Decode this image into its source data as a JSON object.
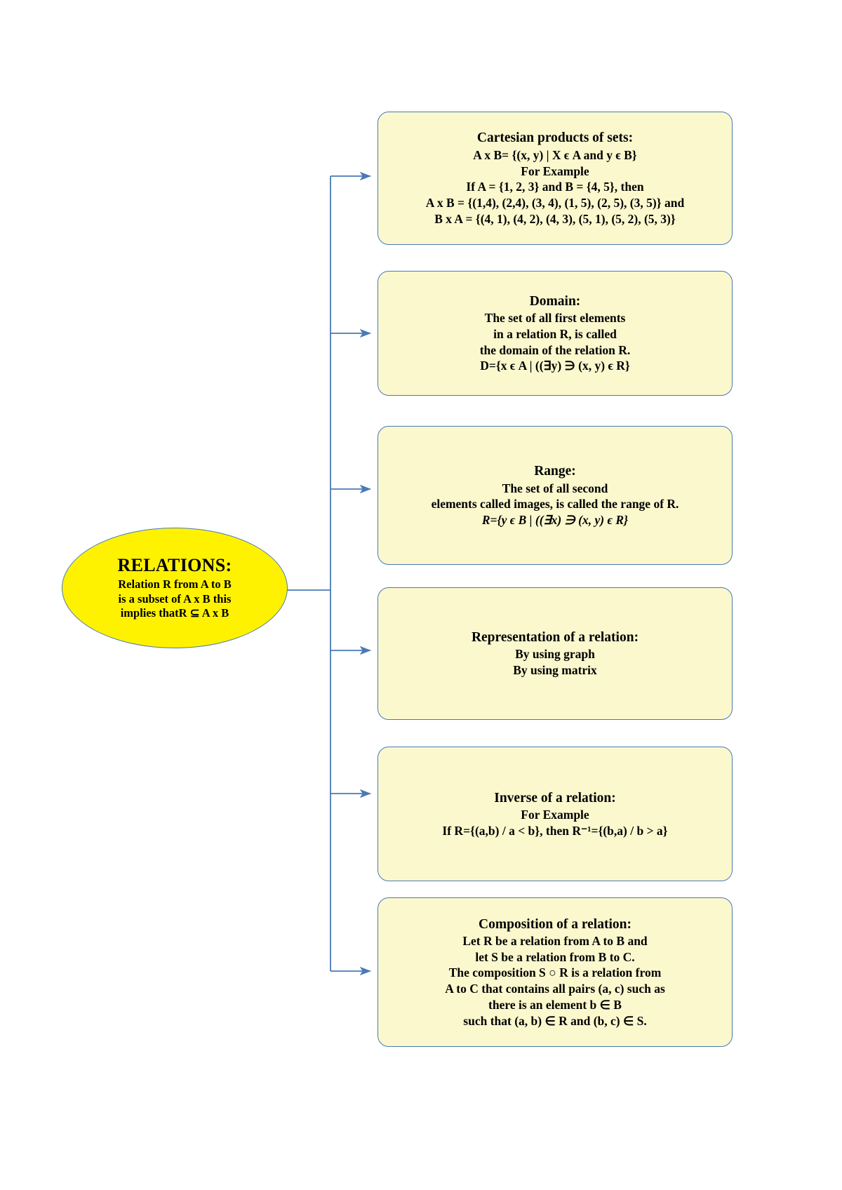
{
  "diagram": {
    "type": "mind-map",
    "title": "RELATIONS",
    "accent_colors": {
      "root_fill": "#FFF200",
      "node_fill": "#FBF8CE",
      "border": "#4A79B6",
      "connector": "#4A79B6",
      "text": "#000000",
      "background": "#FFFFFF"
    }
  },
  "root": {
    "title": "RELATIONS:",
    "lines": [
      "Relation R from A to B",
      "is a subset of A x B this",
      "implies thatR ⊆ A x B"
    ]
  },
  "nodes": [
    {
      "id": "cartesian",
      "title": "Cartesian products of sets:",
      "lines": [
        "A x B= {(x, y) | X ϵ A and y ϵ B}",
        "For Example",
        "If A = {1, 2, 3} and B = {4, 5}, then",
        "A x B = {(1,4), (2,4), (3, 4), (1, 5), (2, 5), (3, 5)} and",
        "B x A = {(4, 1), (4, 2), (4, 3), (5, 1), (5, 2), (5, 3)}"
      ]
    },
    {
      "id": "domain",
      "title": "Domain:",
      "lines": [
        "The set of all first elements",
        "in a relation R, is called",
        "the domain of the relation R.",
        "D={x ϵ A | ((∃y) ∋ (x, y) ϵ R}"
      ]
    },
    {
      "id": "range",
      "title": "Range:",
      "lines": [
        "The set of all second",
        "elements called images, is called the range of R.",
        "R={y ϵ B | ((∃x) ∋ (x, y) ϵ R}"
      ]
    },
    {
      "id": "representation",
      "title": "Representation of a relation:",
      "lines": [
        "By using graph",
        "By using matrix"
      ]
    },
    {
      "id": "inverse",
      "title": "Inverse of a relation:",
      "lines": [
        "For Example",
        "If R={(a,b) / a < b}, then R⁻¹={(b,a) / b > a}"
      ]
    },
    {
      "id": "composition",
      "title": "Composition of a relation:",
      "lines": [
        "Let R be a relation from A to B and",
        "let S be a relation from B to C.",
        "The composition S ○ R is a relation from",
        "A to C that contains all pairs (a, c) such as",
        "there is an element b ∈ B",
        "such that (a, b) ∈ R and (b, c) ∈ S."
      ]
    }
  ]
}
